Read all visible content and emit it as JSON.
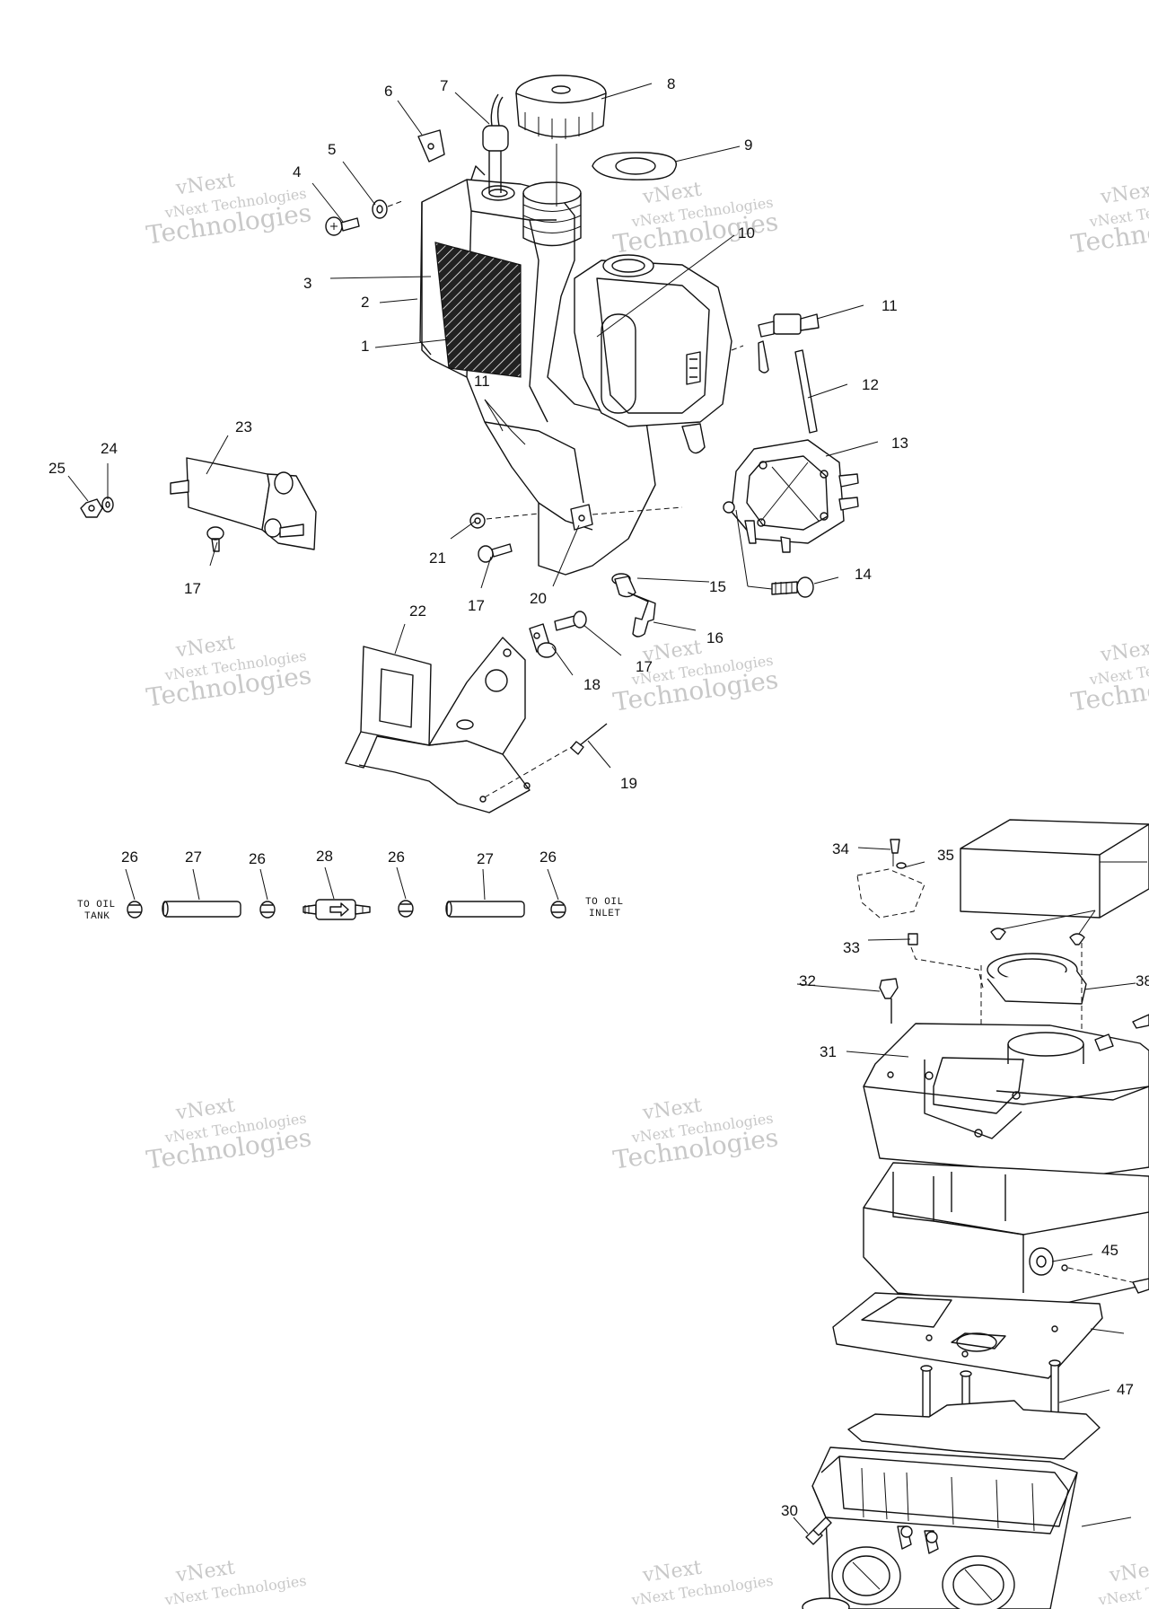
{
  "watermark": {
    "line1": "vNext",
    "line2": "vNext Technologies",
    "line3": "Technologies"
  },
  "labels": {
    "to_oil_tank_1": "TO OIL",
    "to_oil_tank_2": "TANK",
    "to_oil_inlet_1": "TO OIL",
    "to_oil_inlet_2": "INLET"
  },
  "callouts": {
    "c1": "1",
    "c2": "2",
    "c3": "3",
    "c4": "4",
    "c5": "5",
    "c6": "6",
    "c7": "7",
    "c8": "8",
    "c9": "9",
    "c10": "10",
    "c11a": "11",
    "c11b": "11",
    "c12": "12",
    "c13": "13",
    "c14": "14",
    "c15": "15",
    "c16": "16",
    "c17a": "17",
    "c17b": "17",
    "c17c": "17",
    "c18": "18",
    "c19": "19",
    "c20": "20",
    "c21": "21",
    "c22": "22",
    "c23": "23",
    "c24": "24",
    "c25": "25",
    "c26a": "26",
    "c26b": "26",
    "c26c": "26",
    "c26d": "26",
    "c27a": "27",
    "c27b": "27",
    "c28": "28",
    "c30": "30",
    "c31": "31",
    "c32": "32",
    "c33": "33",
    "c34": "34",
    "c35": "35",
    "c38": "38",
    "c45": "45",
    "c47": "47"
  }
}
